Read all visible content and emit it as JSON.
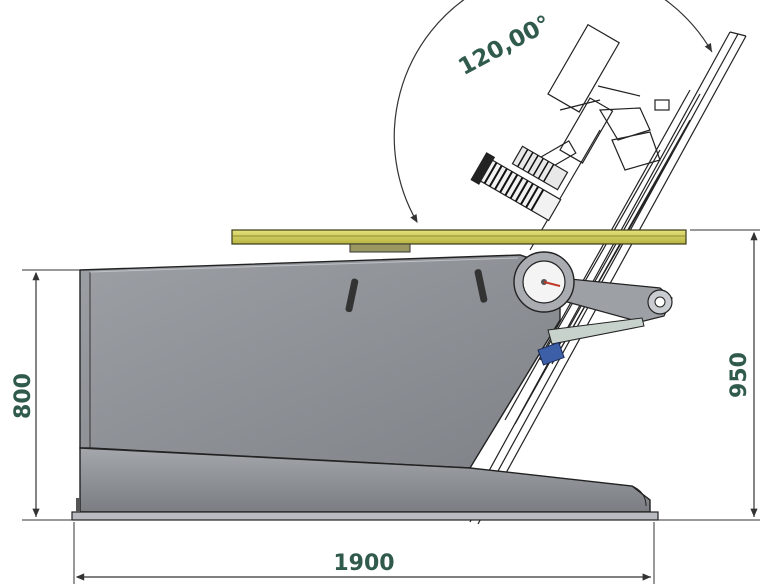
{
  "dimensions": {
    "angle_label": "120,00°",
    "left_height_label": "800",
    "right_height_label": "950",
    "width_label": "1900"
  },
  "colors": {
    "dimension_text": "#2f5a4c",
    "body_gray": "#8d9196",
    "table_yellow": "#d2cf52",
    "motor_blue": "#3d5fa8",
    "indicator_red": "#c0392b"
  }
}
